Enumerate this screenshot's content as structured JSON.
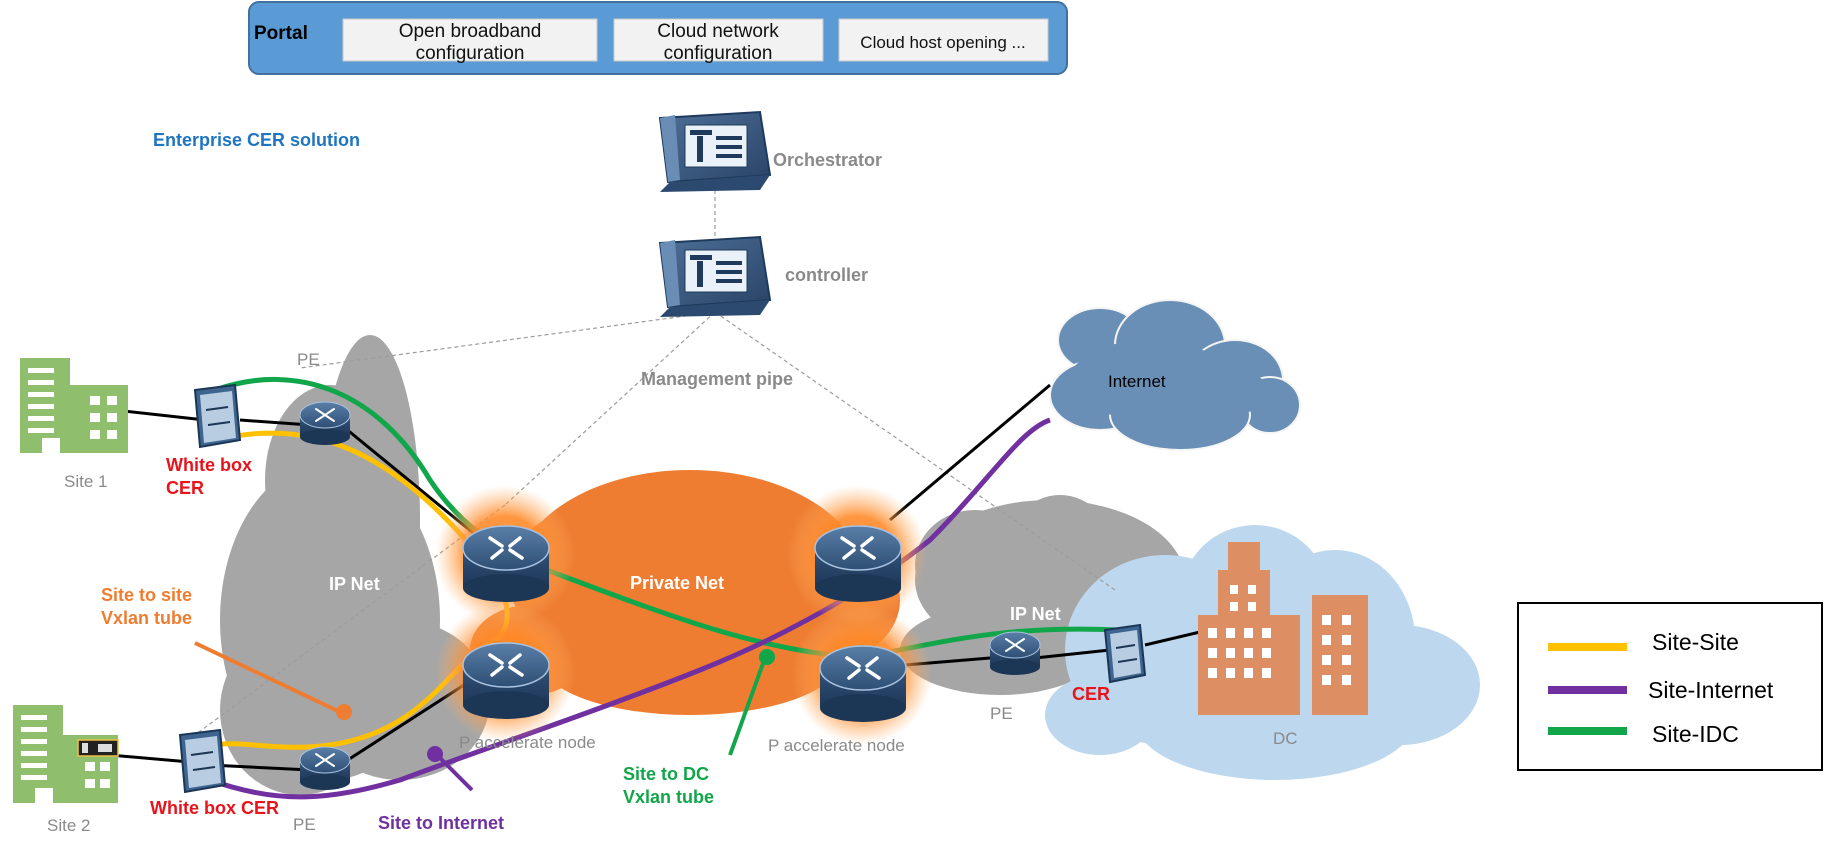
{
  "portal": {
    "title": "Portal",
    "buttons": [
      "Open broadband configuration",
      "Cloud network configuration",
      "Cloud host opening ..."
    ]
  },
  "solution_title": "Enterprise CER solution",
  "orchestrator_label": "Orchestrator",
  "controller_label": "controller",
  "management_pipe_label": "Management pipe",
  "clouds": {
    "ip_net_left": "IP Net",
    "private_net": "Private Net",
    "ip_net_right": "IP Net",
    "internet": "Internet",
    "dc": "DC"
  },
  "sites": {
    "site1": "Site 1",
    "site2": "Site 2"
  },
  "pe_labels": {
    "pe_top": "PE",
    "pe_bottom": "PE",
    "pe_right": "PE"
  },
  "cer_labels": {
    "white_box_cer_top_line1": "White box",
    "white_box_cer_top_line2": "CER",
    "white_box_cer_bottom": "White box CER",
    "cer_right": "CER"
  },
  "nodes": {
    "p_accel_left": "P accelerate node",
    "p_accel_right": "P accelerate node"
  },
  "annotations": {
    "site_to_site_line1": "Site to site",
    "site_to_site_line2": "Vxlan tube",
    "site_to_dc_line1": "Site to DC",
    "site_to_dc_line2": "Vxlan tube",
    "site_to_internet": "Site to Internet"
  },
  "legend": [
    {
      "label": "Site-Site",
      "color": "#ffc000"
    },
    {
      "label": "Site-Internet",
      "color": "#7030a0"
    },
    {
      "label": "Site-IDC",
      "color": "#12a64b"
    }
  ],
  "colors": {
    "portal_fill": "#5b9bd5",
    "cloud_gray": "#a6a6a6",
    "cloud_orange": "#ee7d31",
    "cloud_internet": "#6a8fb6",
    "cloud_dc": "#bdd7ee",
    "building_green": "#8fbe6d",
    "building_dc": "#dd8e63",
    "site_site": "#ffc000",
    "site_internet": "#7030a0",
    "site_idc": "#12a64b"
  }
}
